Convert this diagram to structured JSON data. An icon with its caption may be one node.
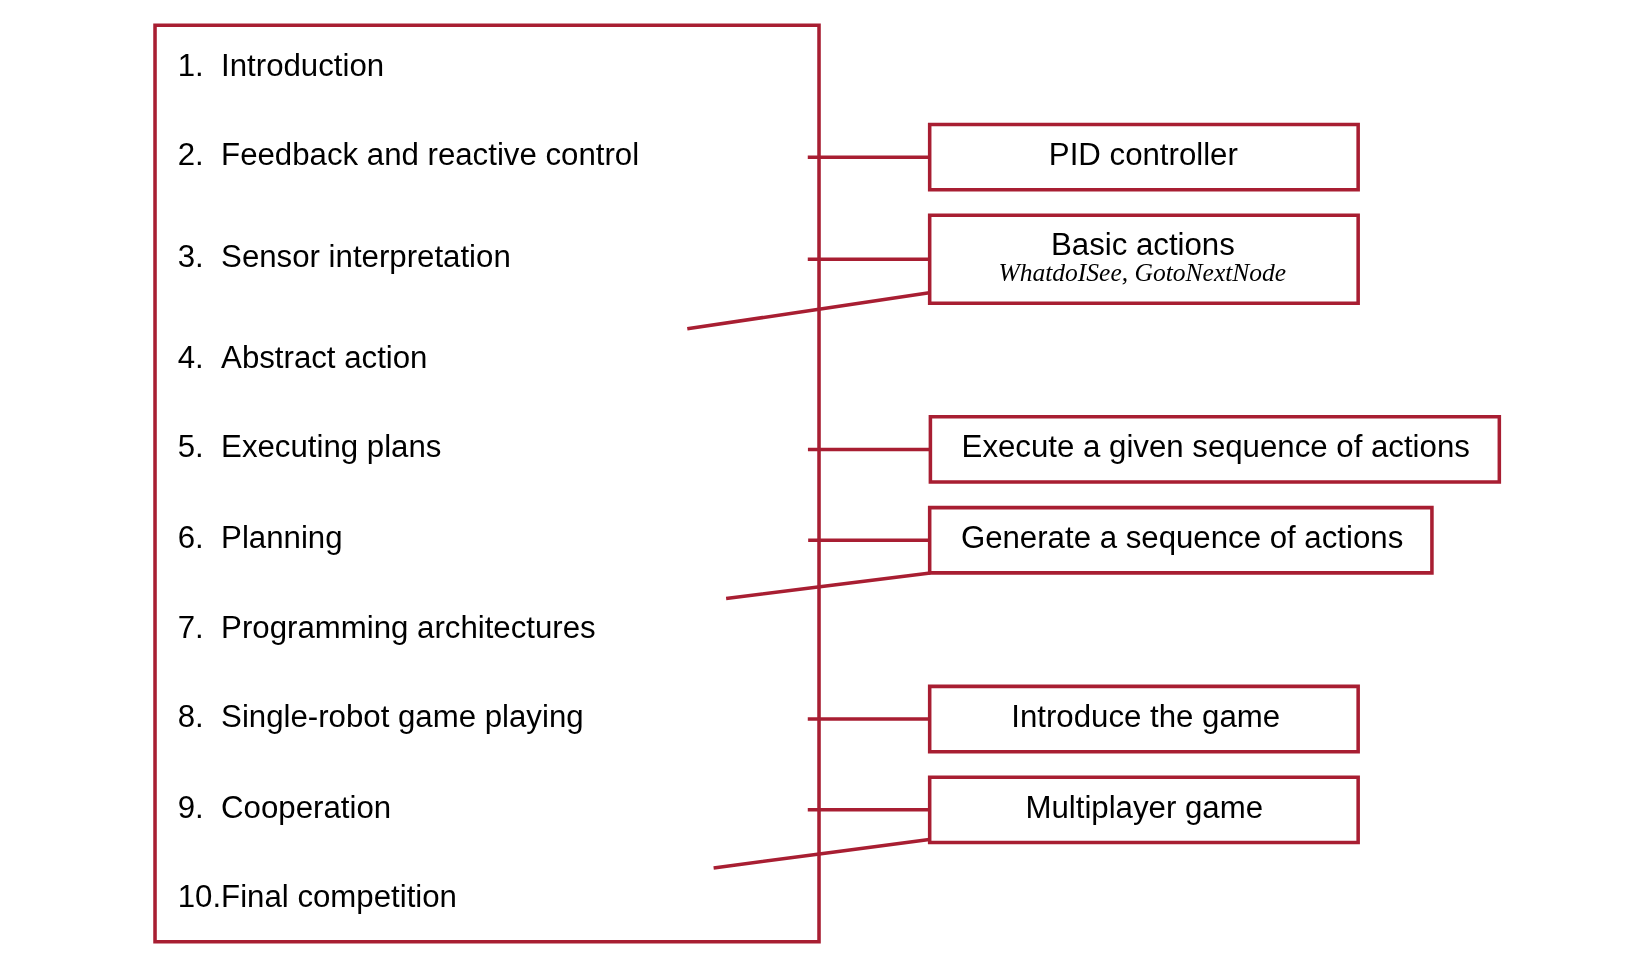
{
  "diagram": {
    "nodes": [
      {
        "text": [],
        "shape": "box"
      },
      {
        "text": [
          "1.  Introduction"
        ],
        "in": 0
      },
      {
        "text": [
          "2.  Feedback and reactive control"
        ],
        "in": 0
      },
      {
        "text": [
          "3.  Sensor interpretation"
        ],
        "in": 0
      },
      {
        "text": [
          "4.  Abstract action"
        ],
        "in": 0
      },
      {
        "text": [
          "5.  Executing plans"
        ],
        "in": 0
      },
      {
        "text": [
          "6.  Planning"
        ],
        "in": 0
      },
      {
        "text": [
          "7.  Programming architectures"
        ],
        "in": 0
      },
      {
        "text": [
          "8.  Single-robot game playing"
        ],
        "in": 0
      },
      {
        "text": [
          "9.  Cooperation"
        ],
        "in": 0
      },
      {
        "text": [
          "10.Final competition"
        ],
        "in": 0
      },
      {
        "text": [
          "PID controller"
        ]
      },
      {
        "text": [
          "Basic actions",
          "WhatdoISee, GotoNextNode"
        ]
      },
      {
        "text": [
          "Execute a given sequence of actions"
        ]
      },
      {
        "text": [
          "Generate a sequence of actions"
        ]
      },
      {
        "text": [
          "Introduce the game"
        ]
      },
      {
        "text": [
          "Multiplayer game"
        ]
      }
    ],
    "edges": [
      {
        "from": 2,
        "to": 11,
        "arrow": "none"
      },
      {
        "from": 3,
        "to": 12,
        "arrow": "none"
      },
      {
        "from": 4,
        "to": 12,
        "arrow": "none"
      },
      {
        "from": 5,
        "to": 13,
        "arrow": "none"
      },
      {
        "from": 6,
        "to": 14,
        "arrow": "none"
      },
      {
        "from": 7,
        "to": 14,
        "arrow": "none"
      },
      {
        "from": 8,
        "to": 15,
        "arrow": "none"
      },
      {
        "from": 9,
        "to": 16,
        "arrow": "none"
      },
      {
        "from": 10,
        "to": 16,
        "arrow": "none"
      }
    ]
  }
}
